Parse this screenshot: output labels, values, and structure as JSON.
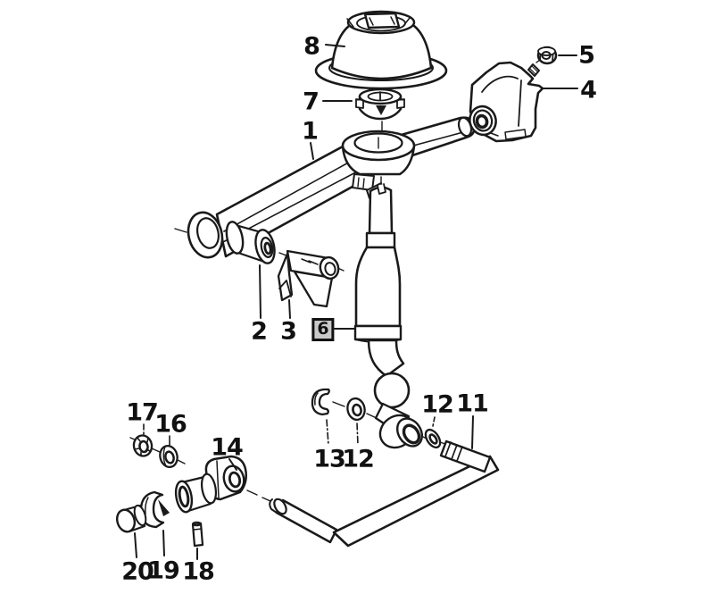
{
  "diagram": {
    "background_color": "#ffffff",
    "line_color": "#1a1a1a",
    "selected_part_label": "6",
    "highlight_box": {
      "fill": "#c9c9c9",
      "border": "#111111"
    },
    "callouts": [
      {
        "label": "8",
        "boxed": false
      },
      {
        "label": "7",
        "boxed": false
      },
      {
        "label": "1",
        "boxed": false
      },
      {
        "label": "5",
        "boxed": false
      },
      {
        "label": "4",
        "boxed": false
      },
      {
        "label": "2",
        "boxed": false
      },
      {
        "label": "3",
        "boxed": false
      },
      {
        "label": "6",
        "boxed": true
      },
      {
        "label": "13",
        "boxed": false
      },
      {
        "label": "12",
        "boxed": false
      },
      {
        "label": "12",
        "boxed": false
      },
      {
        "label": "11",
        "boxed": false
      },
      {
        "label": "17",
        "boxed": false
      },
      {
        "label": "16",
        "boxed": false
      },
      {
        "label": "14",
        "boxed": false
      },
      {
        "label": "20",
        "boxed": false
      },
      {
        "label": "19",
        "boxed": false
      },
      {
        "label": "18",
        "boxed": false
      }
    ]
  }
}
